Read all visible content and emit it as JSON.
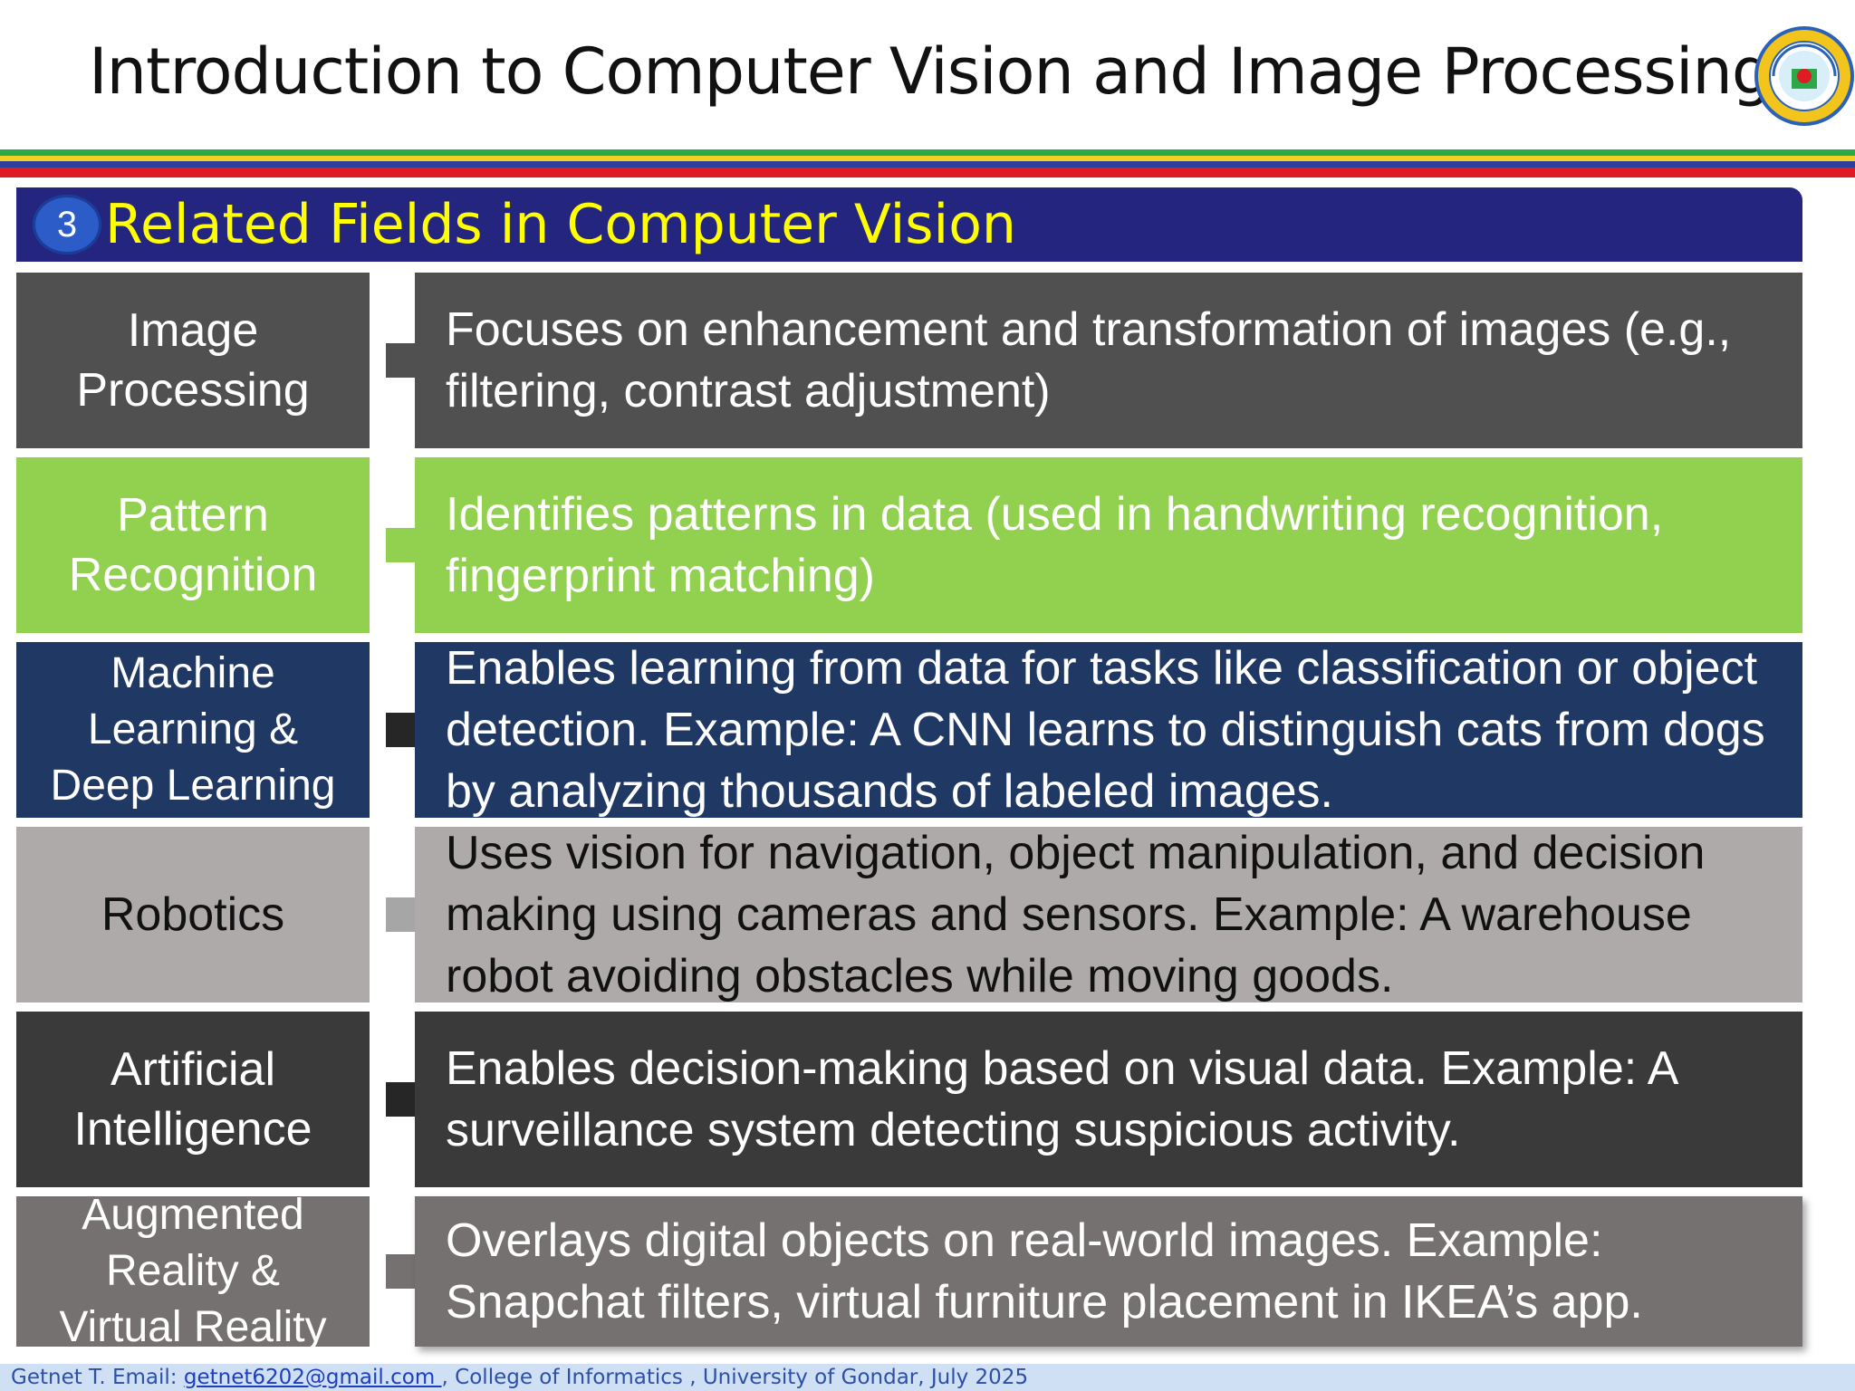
{
  "slide": {
    "title": "Introduction to Computer Vision and Image Processing",
    "logo_name": "university-of-gondar-seal",
    "section_number": "3",
    "section_title": "Related Fields in Computer Vision"
  },
  "rows": [
    {
      "label": "Image\nProcessing",
      "description": "Focuses on enhancement and transformation of images (e.g., filtering, contrast adjustment)",
      "label_color": "#505050",
      "desc_color": "#505050",
      "arrow_color": "#505050"
    },
    {
      "label": "Pattern\nRecognition",
      "description": "Identifies patterns in data (used in handwriting recognition, fingerprint matching)",
      "label_color": "#92d050",
      "desc_color": "#92d050",
      "arrow_color": "#92d050"
    },
    {
      "label": "Machine\nLearning  &\nDeep Learning",
      "description": "Enables learning from data for tasks like classification or object detection. Example:  A CNN learns to distinguish cats from dogs by analyzing thousands of labeled images.",
      "label_color": "#1f3864",
      "desc_color": "#1f3864",
      "arrow_color": "#262626"
    },
    {
      "label": "Robotics",
      "description": "Uses vision for navigation, object manipulation, and decision making using cameras and sensors.  Example: A warehouse robot avoiding obstacles while moving goods.",
      "label_color": "#aeaaaa",
      "desc_color": "#aeaaaa",
      "arrow_color": "#a6a6a6",
      "text_color": "#111111"
    },
    {
      "label": "Artificial\nIntelligence",
      "description": "Enables decision-making based on visual data.  Example: A surveillance system detecting suspicious activity.",
      "label_color": "#3a3a3a",
      "desc_color": "#3a3a3a",
      "arrow_color": "#262626"
    },
    {
      "label": "Augmented\nReality &\nVirtual Reality",
      "description": "Overlays digital objects on real-world images. Example: Snapchat filters, virtual furniture placement in IKEA’s app.",
      "label_color": "#767171",
      "desc_color": "#767171",
      "arrow_color": "#767171"
    }
  ],
  "footer": {
    "prefix": "Getnet T. Email: ",
    "email": "getnet6202@gmail.com ",
    "suffix": ", College of Informatics , University of Gondar, July 2025"
  }
}
